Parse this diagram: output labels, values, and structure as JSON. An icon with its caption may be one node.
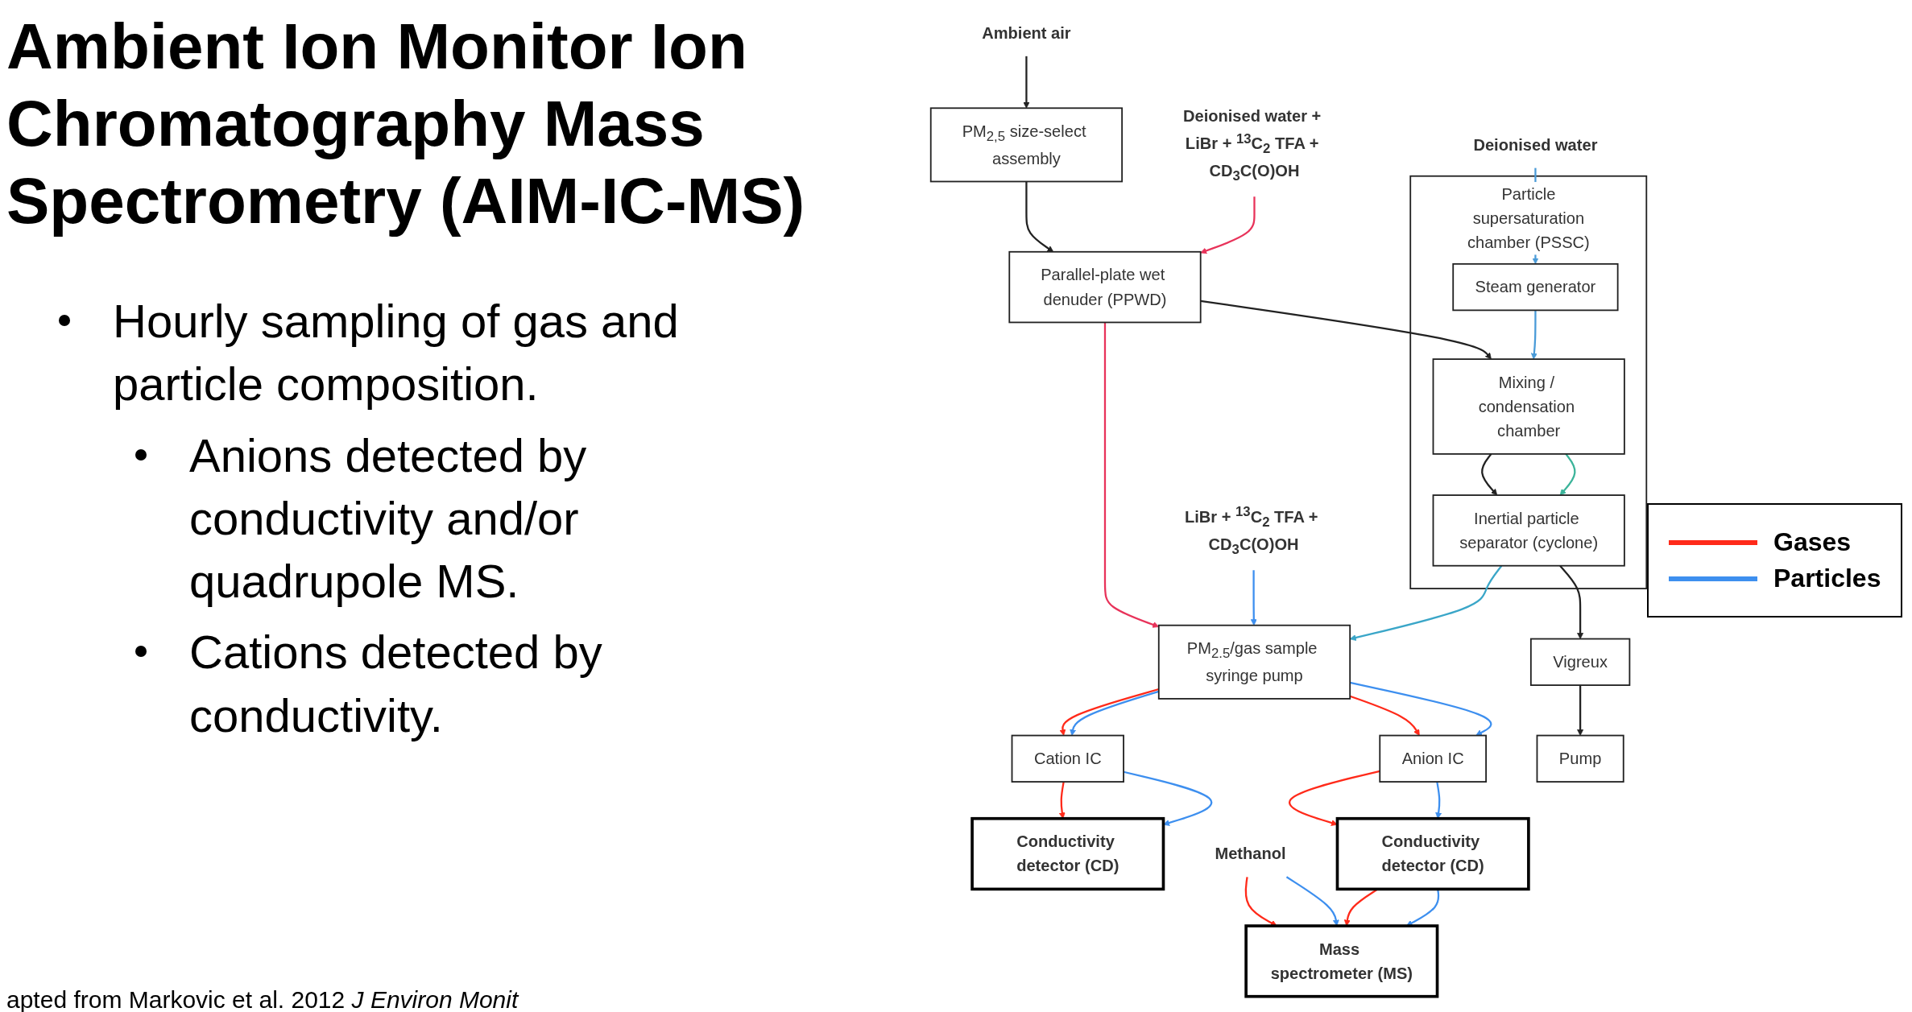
{
  "diagram": {
    "title": "Ambient Ion Monitor Ion Chromatography Mass Spectrometry (AIM-IC-MS)",
    "caption": "apted  from Markovic et al. 2012 *J Environ Monit*",
    "nodes": [
      {
        "text": [
          "Ambient air"
        ]
      },
      {
        "text": [
          "PM$_{2,5}$ size-select assembly"
        ]
      },
      {
        "text": [
          "Parallel-plate wet denuder (PPWD)"
        ]
      },
      {
        "text": [
          "Deionised water + LiBr + $^{13}$C$_{2}$ TFA + CD$_{3}$C(O)OH"
        ]
      },
      {
        "text": [
          "Particle supersaturation chamber (PSSC)"
        ]
      },
      {
        "text": [
          "Mixing / condensation chamber"
        ],
        "in": 4
      },
      {
        "text": [
          "Steam generator"
        ],
        "in": 4
      },
      {
        "text": [
          "Deionised water"
        ]
      },
      {
        "text": [
          "Inertial particle separator (cyclone)"
        ],
        "in": 4
      },
      {
        "text": [
          "Vigreux"
        ]
      },
      {
        "text": [
          "Pump"
        ]
      },
      {
        "text": [
          "PM$_{2.5}$/gas sample syringe pump"
        ]
      },
      {
        "text": [
          "Anion IC"
        ]
      },
      {
        "text": [
          "Cation IC"
        ]
      },
      {
        "text": [
          "Conductivity detector (CD)"
        ]
      },
      {
        "text": [
          "Mass spectrometer (MS)"
        ]
      },
      {
        "text": [
          "Methanol"
        ]
      },
      {
        "text": [
          "Conductivity detector (CD)"
        ]
      },
      {
        "text": [
          "LiBr + $^{13}$C$_{2}$ TFA + CD$_{3}$C(O)OH"
        ]
      }
    ],
    "edges": [
      {
        "from": 0,
        "to": 1,
        "arrow": "to",
        "color": "#222222"
      },
      {
        "from": 1,
        "to": 2,
        "arrow": "to",
        "color": "#222222"
      },
      {
        "from": 3,
        "to": 2,
        "arrow": "to",
        "color": "#e8335a"
      },
      {
        "from": 2,
        "to": 5,
        "arrow": "to",
        "color": "#222222"
      },
      {
        "from": 2,
        "to": 11,
        "arrow": "to",
        "color": "#e8335a"
      },
      {
        "from": 7,
        "to": 6,
        "arrow": "to",
        "color": "#4a9bd8"
      },
      {
        "from": 6,
        "to": 5,
        "arrow": "to",
        "color": "#4a9bd8"
      },
      {
        "from": 5,
        "to": 8,
        "arrow": "to",
        "color": "#3cb49a"
      },
      {
        "from": 5,
        "to": 8,
        "arrow": "to",
        "color": "#222222"
      },
      {
        "from": 8,
        "to": 9,
        "arrow": "to",
        "color": "#222222"
      },
      {
        "from": 9,
        "to": 10,
        "arrow": "to",
        "color": "#222222"
      },
      {
        "from": 8,
        "to": 11,
        "arrow": "to",
        "color": "#3aa6c8"
      },
      {
        "from": 11,
        "to": 12,
        "arrow": "to",
        "color": "#3d8fef"
      },
      {
        "from": 11,
        "to": 12,
        "arrow": "to",
        "color": "#ff2a1a"
      },
      {
        "from": 12,
        "to": 14,
        "arrow": "to",
        "color": "#3d8fef"
      },
      {
        "from": 12,
        "to": 14,
        "arrow": "to",
        "color": "#ff2a1a"
      },
      {
        "from": 14,
        "to": 15,
        "arrow": "to",
        "color": "#3d8fef"
      },
      {
        "from": 14,
        "to": 15,
        "arrow": "to",
        "color": "#ff2a1a"
      },
      {
        "from": 16,
        "to": 15,
        "arrow": "to",
        "color": "#3d8fef"
      },
      {
        "from": 16,
        "to": 15,
        "arrow": "to",
        "color": "#ff2a1a"
      },
      {
        "from": 11,
        "to": 13,
        "arrow": "to",
        "color": "#3d8fef"
      },
      {
        "from": 11,
        "to": 13,
        "arrow": "to",
        "color": "#ff2a1a"
      },
      {
        "from": 13,
        "to": 17,
        "arrow": "to",
        "color": "#3d8fef"
      },
      {
        "from": 13,
        "to": 17,
        "arrow": "to",
        "color": "#ff2a1a"
      },
      {
        "from": 18,
        "to": 11,
        "arrow": "to",
        "color": "#3d8fef"
      }
    ],
    "labels": [
      "Hourly sampling of gas and particle composition.",
      "Anions detected by conductivity and/or quadrupole MS.",
      "Cations detected by conductivity."
    ],
    "legend": [
      {
        "text": "Gases",
        "color": "#ff2a1a"
      },
      {
        "text": "Particles",
        "color": "#3d8fef"
      }
    ]
  }
}
